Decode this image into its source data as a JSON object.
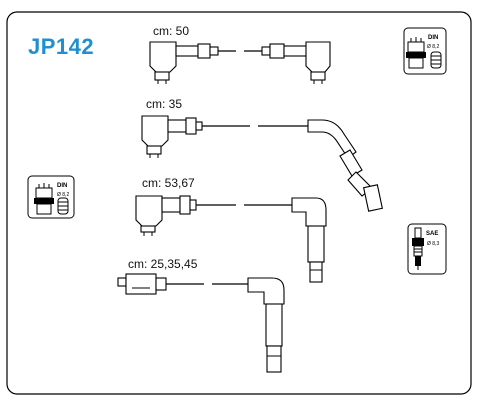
{
  "title": "JP142",
  "cables": [
    {
      "label": "cm: 50"
    },
    {
      "label": "cm: 35"
    },
    {
      "label": "cm: 53,67"
    },
    {
      "label": "cm: 25,35,45"
    }
  ],
  "badges": {
    "din_top": {
      "standard": "DIN",
      "spec": "Ø 8,2"
    },
    "din_left": {
      "standard": "DIN",
      "spec": "Ø 8,2"
    },
    "sae_right": {
      "standard": "SAE",
      "spec": "Ø 8,3"
    }
  }
}
